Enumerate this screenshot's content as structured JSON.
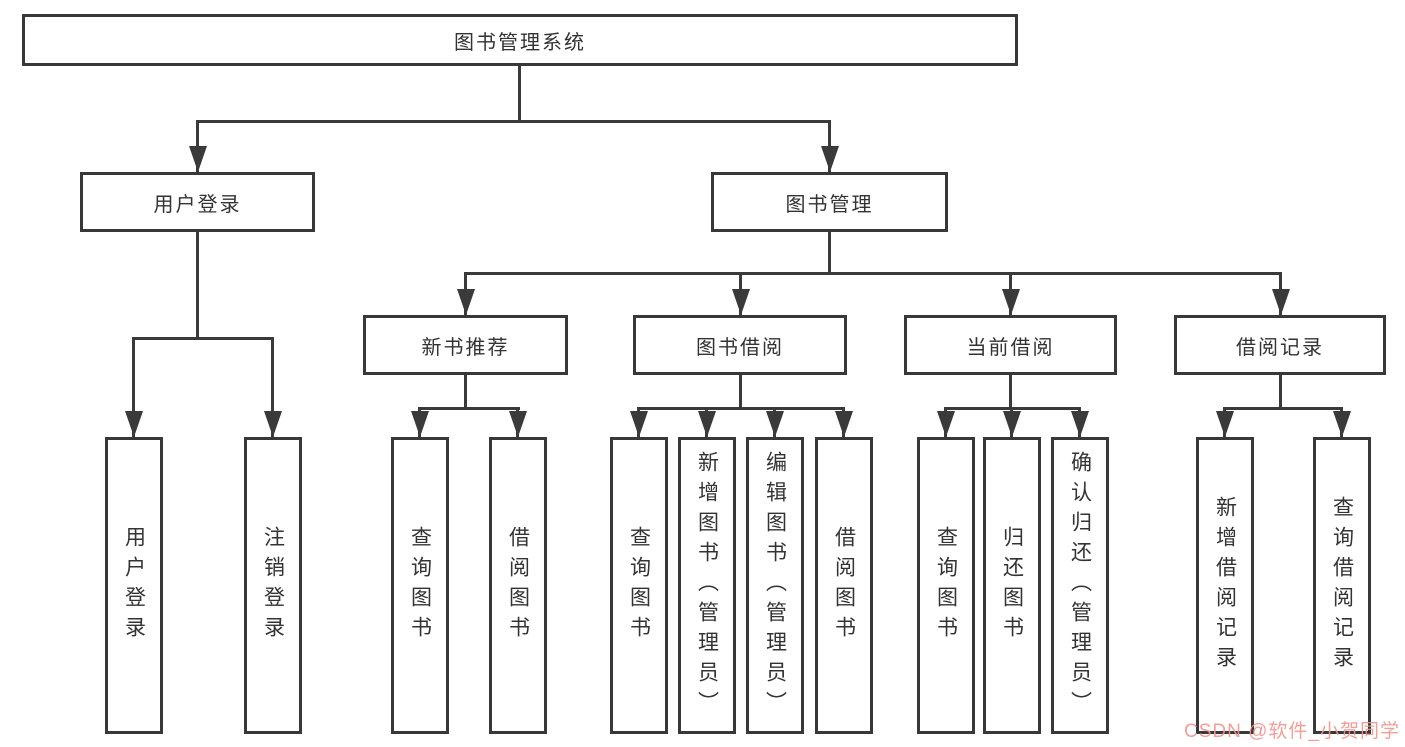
{
  "colors": {
    "line": "#3a3a3a",
    "box_border": "#383838",
    "text": "#333333",
    "watermark": "#f2948c"
  },
  "tree": {
    "root": {
      "label": "图书管理系统"
    },
    "level2": [
      {
        "label": "用户登录"
      },
      {
        "label": "图书管理"
      }
    ],
    "level3": [
      {
        "label": "新书推荐"
      },
      {
        "label": "图书借阅"
      },
      {
        "label": "当前借阅"
      },
      {
        "label": "借阅记录"
      }
    ],
    "leaves": {
      "user_login": [
        {
          "label": "用户登录"
        },
        {
          "label": "注销登录"
        }
      ],
      "new_book": [
        {
          "label": "查询图书"
        },
        {
          "label": "借阅图书"
        }
      ],
      "book_borrow": [
        {
          "label": "查询图书"
        },
        {
          "label": "新增图书（管理员）"
        },
        {
          "label": "编辑图书（管理员）"
        },
        {
          "label": "借阅图书"
        }
      ],
      "current_borrow": [
        {
          "label": "查询图书"
        },
        {
          "label": "归还图书"
        },
        {
          "label": "确认归还（管理员）"
        }
      ],
      "borrow_record": [
        {
          "label": "新增借阅记录"
        },
        {
          "label": "查询借阅记录"
        }
      ]
    }
  },
  "watermark": {
    "text": "CSDN @软件_小贺同学"
  }
}
